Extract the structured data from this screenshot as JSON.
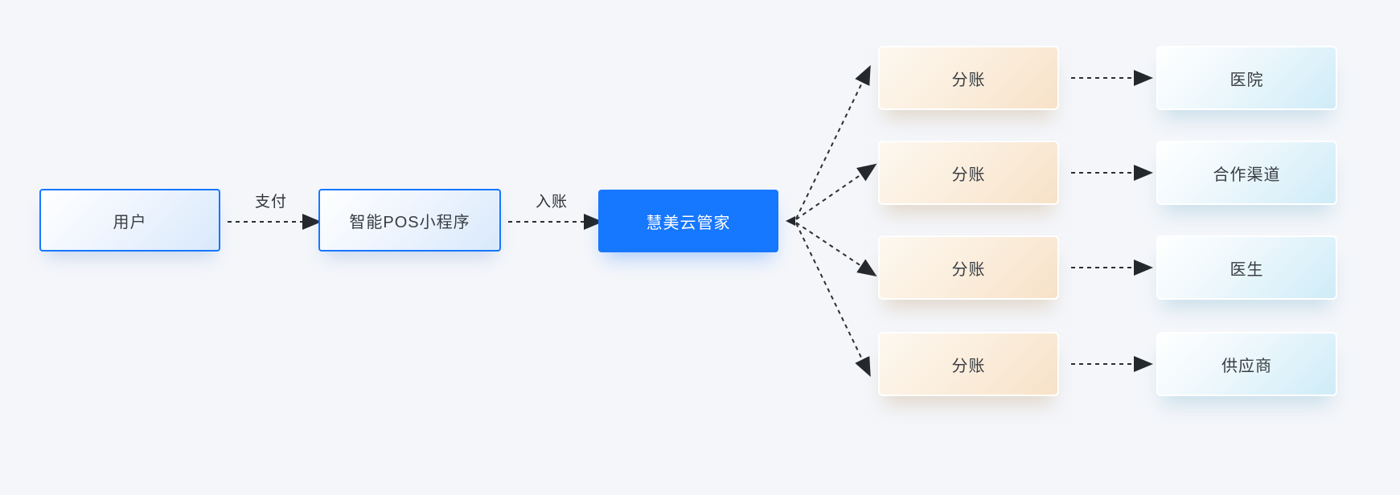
{
  "nodes": {
    "user": {
      "label": "用户"
    },
    "pos": {
      "label": "智能POS小程序"
    },
    "cloud": {
      "label": "慧美云管家"
    },
    "splits": [
      {
        "label": "分账"
      },
      {
        "label": "分账"
      },
      {
        "label": "分账"
      },
      {
        "label": "分账"
      }
    ],
    "targets": [
      {
        "label": "医院"
      },
      {
        "label": "合作渠道"
      },
      {
        "label": "医生"
      },
      {
        "label": "供应商"
      }
    ]
  },
  "edges": {
    "pay": "支付",
    "deposit": "入账"
  },
  "colors": {
    "background": "#f4f6fa",
    "accent_blue": "#1677ff",
    "split_gradient_from": "#fdf8f0",
    "split_gradient_to": "#f7e2c8",
    "target_gradient_from": "#ffffff",
    "target_gradient_to": "#cfecf8",
    "arrow": "#2b2f33",
    "node_text": "#383d43",
    "cloud_text": "#ffffff"
  }
}
